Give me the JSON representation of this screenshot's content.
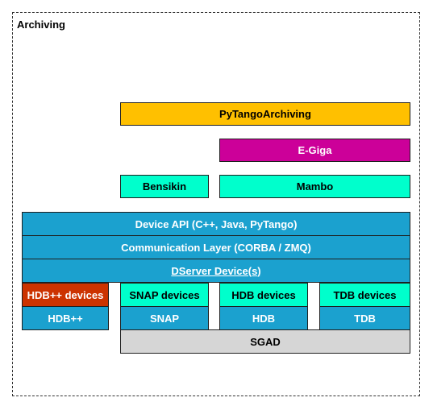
{
  "frame": {
    "title": "Archiving"
  },
  "colors": {
    "yellow": "#ffc000",
    "magenta": "#cc0099",
    "teal": "#00ffcc",
    "blue": "#1ba1cf",
    "orange": "#cc3300",
    "gray": "#d6d6d6"
  },
  "boxes": {
    "pytango_archiving": "PyTangoArchiving",
    "egiga": "E-Giga",
    "bensikin": "Bensikin",
    "mambo": "Mambo",
    "device_api": "Device API (C++, Java, PyTango)",
    "communication_layer": "Communication Layer (CORBA / ZMQ)",
    "dserver_devices": "DServer Device(s)",
    "hdbpp_devices": "HDB++ devices",
    "snap_devices": "SNAP devices",
    "hdb_devices": "HDB devices",
    "tdb_devices": "TDB devices",
    "hdbpp": "HDB++",
    "snap": "SNAP",
    "hdb": "HDB",
    "tdb": "TDB",
    "sgad": "SGAD"
  }
}
